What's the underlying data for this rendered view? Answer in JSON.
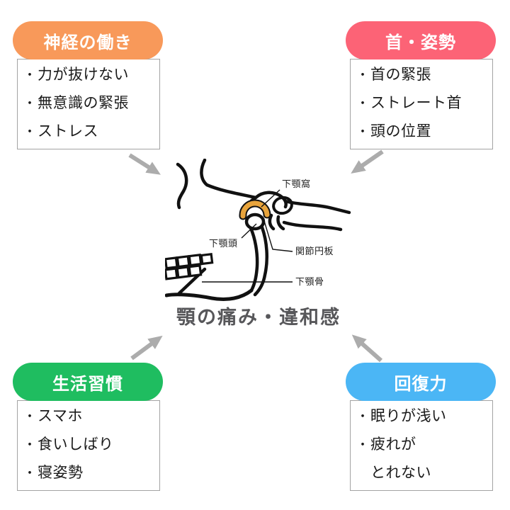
{
  "bullet_char": "・",
  "arrow_color": "#acacac",
  "boxes": [
    {
      "id": "nerve",
      "title": "神経の働き",
      "color": "#f8995a",
      "items": [
        "力が抜けない",
        "無意識の緊張",
        "ストレス"
      ]
    },
    {
      "id": "neck",
      "title": "首・姿勢",
      "color": "#fc6376",
      "items": [
        "首の緊張",
        "ストレート首",
        "頭の位置"
      ]
    },
    {
      "id": "lifestyle",
      "title": "生活習慣",
      "color": "#1fbd60",
      "items": [
        "スマホ",
        "食いしばり",
        "寝姿勢"
      ]
    },
    {
      "id": "recovery",
      "title": "回復力",
      "color": "#4bb6f5",
      "items": [
        "眠りが浅い",
        "疲れが\nとれない"
      ]
    }
  ],
  "center": {
    "caption": "顎の痛み・違和感",
    "disc_color": "#e8a43c",
    "anatomy_labels": {
      "fossa": "下顎窩",
      "condyle": "下顎頭",
      "disc": "関節円板",
      "mandible": "下顎骨"
    }
  }
}
